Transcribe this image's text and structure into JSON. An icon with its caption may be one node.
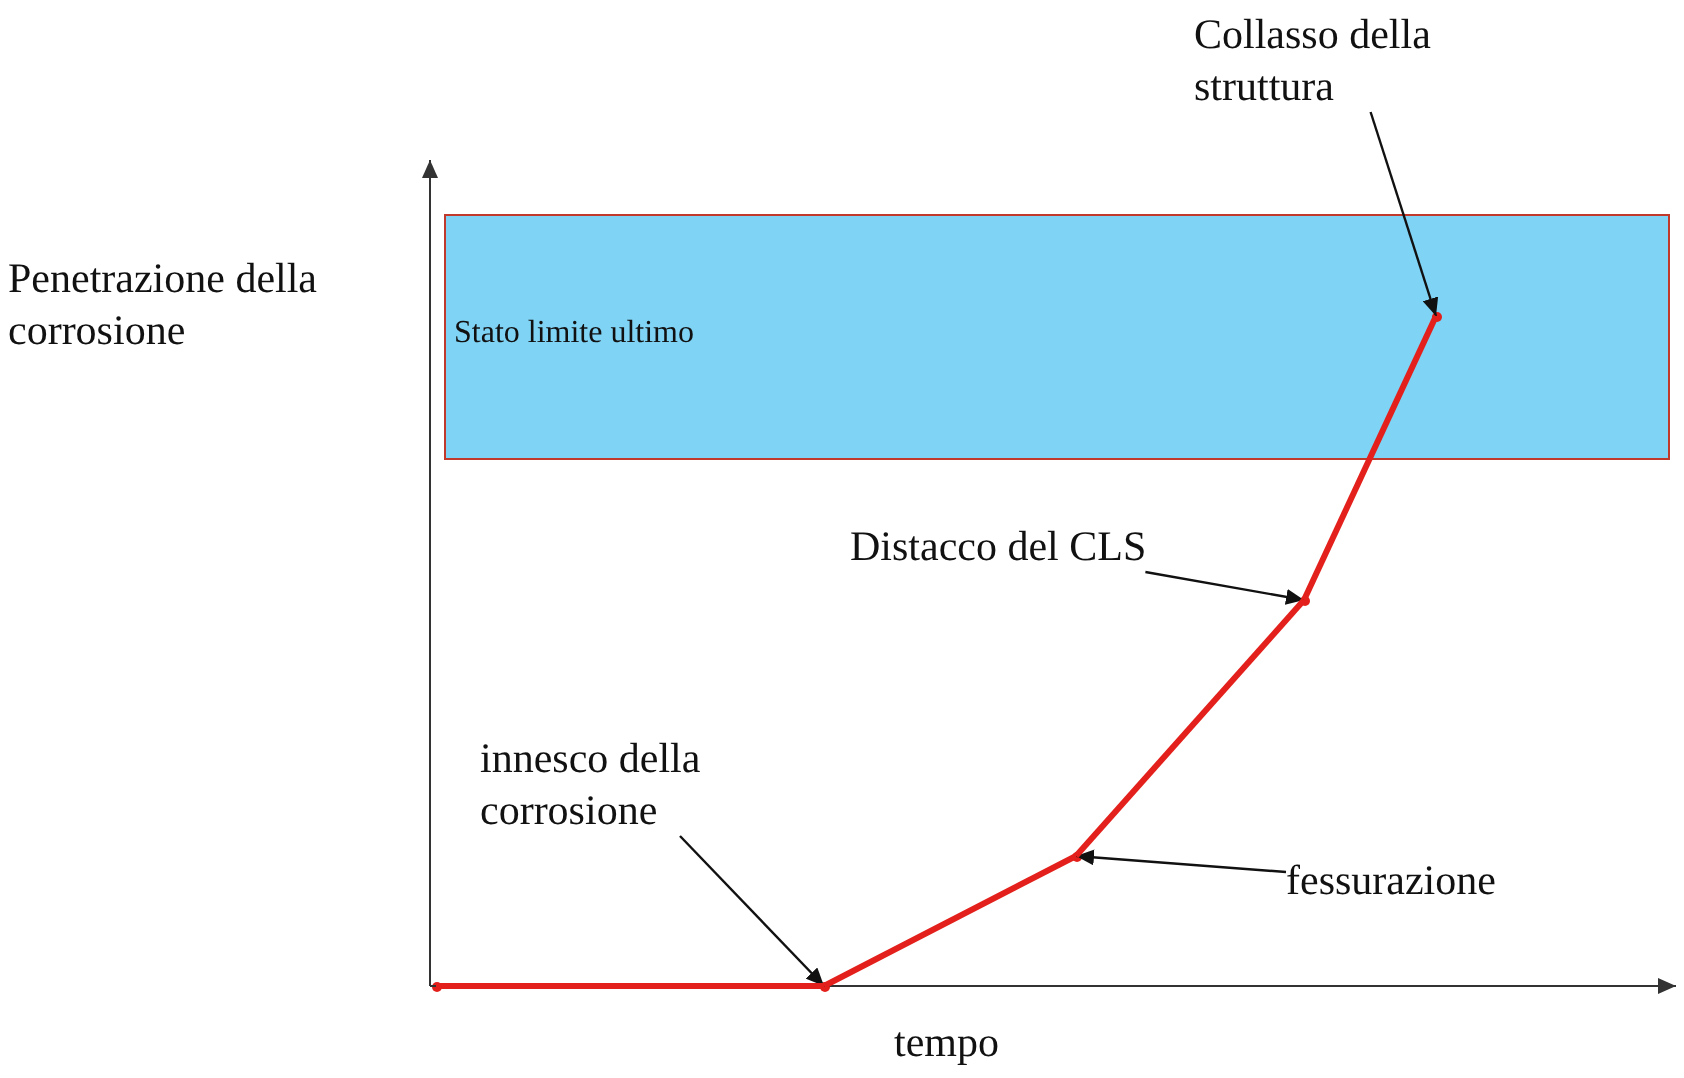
{
  "diagram": {
    "nodes": [
      {
        "text": [
          "Stato limite ultimo"
        ]
      },
      {
        "text": [
          "Collasso della struttura"
        ]
      },
      {
        "text": [
          "Distacco del CLS"
        ]
      },
      {
        "text": [
          "innesco della corrosione"
        ]
      },
      {
        "text": [
          "fessurazione"
        ]
      },
      {
        "text": [],
        "shape": "point"
      },
      {
        "text": [],
        "shape": "point"
      },
      {
        "text": [],
        "shape": "point"
      },
      {
        "text": [],
        "shape": "point"
      },
      {
        "text": [],
        "shape": "point",
        "in": 0
      }
    ],
    "edges": [
      {
        "from": 1,
        "to": 9,
        "arrow": "to"
      },
      {
        "from": 2,
        "to": 8,
        "arrow": "to"
      },
      {
        "from": 3,
        "to": 6,
        "arrow": "to"
      },
      {
        "from": 4,
        "to": 7,
        "arrow": "to"
      },
      {
        "from": 5,
        "to": 6,
        "arrow": "none",
        "style": "thick",
        "color": "#e3201b"
      },
      {
        "from": 6,
        "to": 7,
        "arrow": "none",
        "style": "thick",
        "color": "#e3201b"
      },
      {
        "from": 7,
        "to": 8,
        "arrow": "none",
        "style": "thick",
        "color": "#e3201b"
      },
      {
        "from": 8,
        "to": 9,
        "arrow": "none",
        "style": "thick",
        "color": "#e3201b"
      }
    ],
    "labels": [
      "Penetrazione della corrosione",
      "tempo"
    ]
  }
}
